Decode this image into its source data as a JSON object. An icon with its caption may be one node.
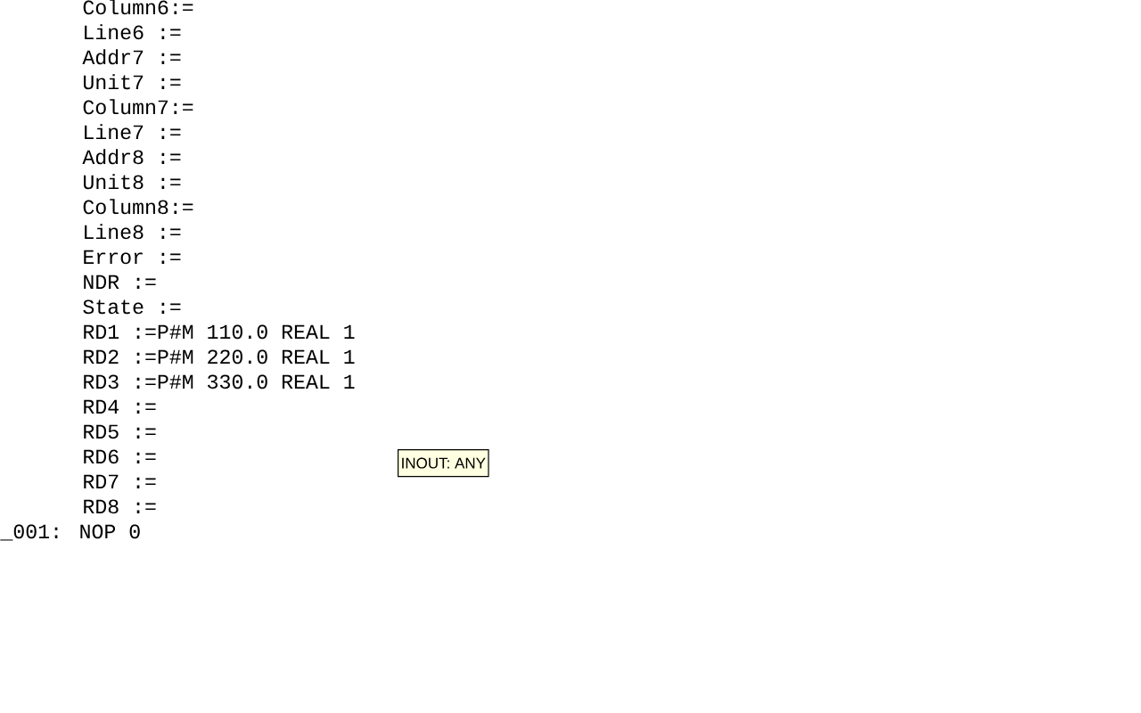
{
  "diagram": {
    "nodes": [
      {
        "text": [
          "INOUT: ANY"
        ]
      }
    ],
    "labels": [
      "Column6:=",
      "Line6  :=",
      "Addr7  :=",
      "Unit7  :=",
      "Column7:=",
      "Line7  :=",
      "Addr8  :=",
      "Unit8  :=",
      "Column8:=",
      "Line8  :=",
      "Error  :=",
      "NDR    :=",
      "State  :=",
      "RD1    :=P#M 110.0 REAL 1",
      "RD2    :=P#M 220.0 REAL 1",
      "RD3    :=P#M 330.0 REAL 1",
      "RD4    :=",
      "RD5    :=",
      "RD6    :=",
      "RD7    :=",
      "RD8    :=",
      "_001: NOP   0"
    ]
  }
}
